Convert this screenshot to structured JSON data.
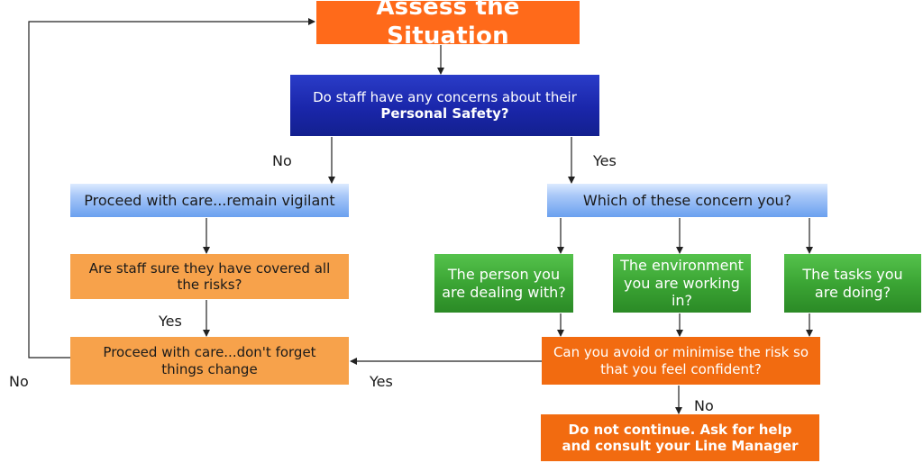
{
  "nodes": {
    "assess": {
      "text": "Assess the Situation"
    },
    "personal_safety": {
      "text_line1": "Do staff have any concerns about their",
      "text_line2": "Personal Safety?"
    },
    "proceed_vigilant": {
      "text": "Proceed with care...remain vigilant"
    },
    "which_concern": {
      "text": "Which of these concern you?"
    },
    "covered_risks": {
      "text": "Are staff sure they have covered all\nthe risks?"
    },
    "person": {
      "text": "The person you\nare dealing with?"
    },
    "environment": {
      "text": "The environment\nyou are working\nin?"
    },
    "tasks": {
      "text": "The tasks you\nare doing?"
    },
    "proceed_change": {
      "text": "Proceed with care...don't forget\nthings change"
    },
    "avoid_risk": {
      "text": "Can you avoid or minimise the risk so\nthat you feel confident?"
    },
    "do_not_continue": {
      "text": "Do not continue.  Ask for help\nand consult your Line Manager"
    }
  },
  "labels": {
    "no_left": "No",
    "yes_right": "Yes",
    "yes_covered": "Yes",
    "no_loop": "No",
    "yes_avoid": "Yes",
    "no_avoid": "No"
  },
  "colors": {
    "title_orange": "#ff6a1a",
    "navy": "#1a26aa",
    "light_blue": "#a9c8f8",
    "light_orange": "#f7a24b",
    "green": "#3ba534",
    "dark_orange": "#f26b10",
    "connector": "#222222"
  }
}
